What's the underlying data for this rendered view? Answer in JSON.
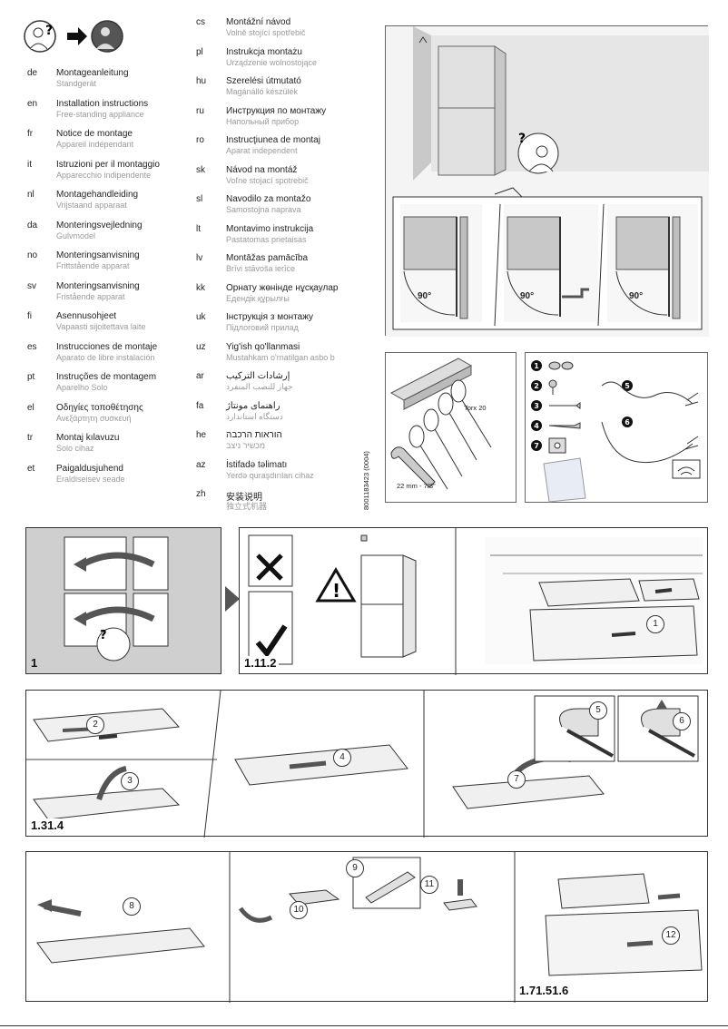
{
  "languages_left": [
    {
      "code": "de",
      "title": "Montageanleitung",
      "subtitle": "Standgerät"
    },
    {
      "code": "en",
      "title": "Installation instructions",
      "subtitle": "Free-standing appliance"
    },
    {
      "code": "fr",
      "title": "Notice de montage",
      "subtitle": "Appareil indépendant"
    },
    {
      "code": "it",
      "title": "Istruzioni per il montaggio",
      "subtitle": "Apparecchio indipendente"
    },
    {
      "code": "nl",
      "title": "Montagehandleiding",
      "subtitle": "Vrijstaand apparaat"
    },
    {
      "code": "da",
      "title": "Monteringsvejledning",
      "subtitle": "Gulvmodel"
    },
    {
      "code": "no",
      "title": "Monteringsanvisning",
      "subtitle": "Frittstående apparat"
    },
    {
      "code": "sv",
      "title": "Monteringsanvisning",
      "subtitle": "Fristående apparat"
    },
    {
      "code": "fi",
      "title": "Asennusohjeet",
      "subtitle": "Vapaasti sijoitettava laite"
    },
    {
      "code": "es",
      "title": "Instrucciones de montaje",
      "subtitle": "Aparato de libre instalación"
    },
    {
      "code": "pt",
      "title": "Instruções de montagem",
      "subtitle": "Aparelho Solo"
    },
    {
      "code": "el",
      "title": "Οδηγίες τοποθέτησης",
      "subtitle": "Ανεξάρτητη συσκευή"
    },
    {
      "code": "tr",
      "title": "Montaj kılavuzu",
      "subtitle": "Solo cihaz"
    },
    {
      "code": "et",
      "title": "Paigaldusjuhend",
      "subtitle": "Eraldiseisev seade"
    }
  ],
  "languages_right": [
    {
      "code": "cs",
      "title": "Montážní návod",
      "subtitle": "Volně stojící spotřebič"
    },
    {
      "code": "pl",
      "title": "Instrukcja montażu",
      "subtitle": "Urządzenie wolnostojące"
    },
    {
      "code": "hu",
      "title": "Szerelési útmutató",
      "subtitle": "Magánálló készülék"
    },
    {
      "code": "ru",
      "title": "Инструкция по монтажу",
      "subtitle": "Напольный прибор"
    },
    {
      "code": "ro",
      "title": "Instrucţiunea de montaj",
      "subtitle": "Aparat independent"
    },
    {
      "code": "sk",
      "title": "Návod na montáž",
      "subtitle": "Voľne stojací spotrebič"
    },
    {
      "code": "sl",
      "title": "Navodilo za montažo",
      "subtitle": "Samostojna naprava"
    },
    {
      "code": "lt",
      "title": "Montavimo instrukcija",
      "subtitle": "Pastatomas prietaisas"
    },
    {
      "code": "lv",
      "title": "Montāžas pamācība",
      "subtitle": "Brīvi stāvoša ierīce"
    },
    {
      "code": "kk",
      "title": "Орнату жөнінде нұсқаулар",
      "subtitle": "Едендік құрылғы"
    },
    {
      "code": "uk",
      "title": "Інструкція з монтажу",
      "subtitle": "Підлоговий прилад"
    },
    {
      "code": "uz",
      "title": "Yig'ish qo'llanmasi",
      "subtitle": "Mustahkam o'rnatilgan asbo b"
    },
    {
      "code": "ar",
      "title": "إرشادات التركيب",
      "subtitle": "جهاز للنصب المنفرد"
    },
    {
      "code": "fa",
      "title": "راهنمای مونتاژ",
      "subtitle": "دستگاه استاندارد"
    },
    {
      "code": "he",
      "title": "הוראות הרכבה",
      "subtitle": "מכשיר ניצב"
    },
    {
      "code": "az",
      "title": "İstifadə təlimatı",
      "subtitle": "Yerdə quraşdırılan cihaz"
    },
    {
      "code": "zh",
      "title": "安装说明",
      "subtitle": "独立式机器"
    }
  ],
  "document_id": "8001183423 (0004)",
  "angle_labels": [
    "90°",
    "90°",
    "90°"
  ],
  "tools": {
    "torx": "Torx 20",
    "wrench": "22 mm - 7/8\""
  },
  "parts": [
    "1",
    "2",
    "3",
    "4",
    "5",
    "6",
    "7"
  ],
  "steps": {
    "s1": "1",
    "s2": "1.11.2",
    "s3": "1.31.4",
    "s4": "1.71.51.6"
  },
  "callouts": [
    "1",
    "2",
    "3",
    "4",
    "5",
    "6",
    "7",
    "8",
    "9",
    "10",
    "11",
    "12"
  ]
}
